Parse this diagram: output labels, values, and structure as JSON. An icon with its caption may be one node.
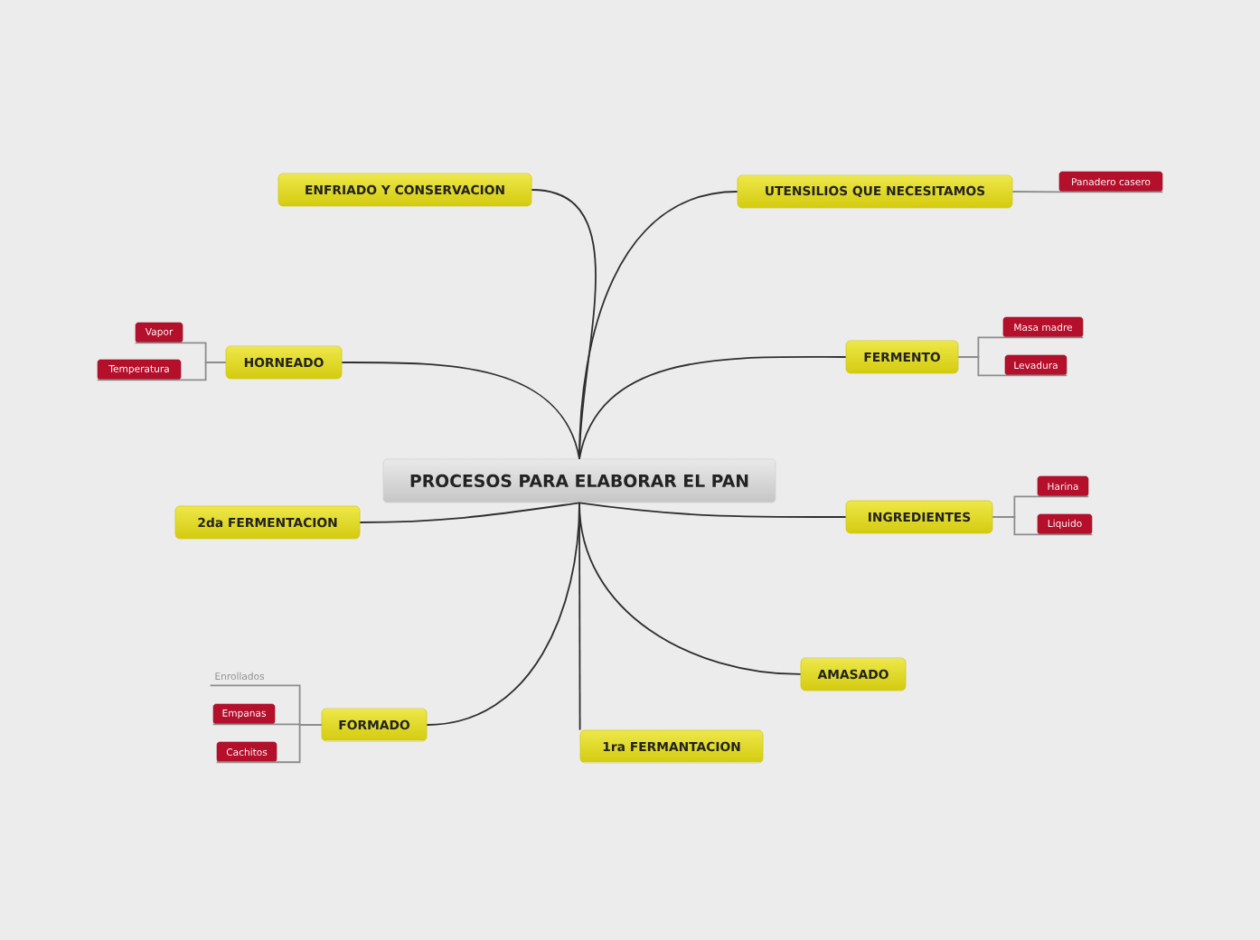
{
  "diagram": {
    "nodes": [
      {
        "text": [
          "PROCESOS PARA ELABORAR EL PAN"
        ]
      },
      {
        "text": [
          "ENFRIADO Y CONSERVACION"
        ]
      },
      {
        "text": [
          "UTENSILIOS QUE NECESITAMOS"
        ]
      },
      {
        "text": [
          "Panadero casero"
        ]
      },
      {
        "text": [
          "HORNEADO"
        ]
      },
      {
        "text": [
          "Vapor"
        ]
      },
      {
        "text": [
          "Temperatura"
        ]
      },
      {
        "text": [
          "FERMENTO"
        ]
      },
      {
        "text": [
          "Masa madre"
        ]
      },
      {
        "text": [
          "Levadura"
        ]
      },
      {
        "text": [
          "2da FERMENTACION"
        ]
      },
      {
        "text": [
          "INGREDIENTES"
        ]
      },
      {
        "text": [
          "Harina"
        ]
      },
      {
        "text": [
          "Liquido"
        ]
      },
      {
        "text": [
          "FORMADO"
        ]
      },
      {
        "text": [
          "Enrollados"
        ]
      },
      {
        "text": [
          "Empanas"
        ]
      },
      {
        "text": [
          "Cachitos"
        ]
      },
      {
        "text": [
          "AMASADO"
        ]
      },
      {
        "text": [
          "1ra FERMANTACION"
        ]
      }
    ],
    "edges": [
      {
        "from": 0,
        "to": 1,
        "arrow": "none",
        "color": "#2e2e2e"
      },
      {
        "from": 0,
        "to": 2,
        "arrow": "none",
        "color": "#2e2e2e"
      },
      {
        "from": 2,
        "to": 3,
        "arrow": "none"
      },
      {
        "from": 0,
        "to": 4,
        "arrow": "none",
        "color": "#2e2e2e"
      },
      {
        "from": 4,
        "to": 5,
        "arrow": "none"
      },
      {
        "from": 4,
        "to": 6,
        "arrow": "none"
      },
      {
        "from": 0,
        "to": 7,
        "arrow": "none",
        "color": "#2e2e2e"
      },
      {
        "from": 7,
        "to": 8,
        "arrow": "none"
      },
      {
        "from": 7,
        "to": 9,
        "arrow": "none"
      },
      {
        "from": 0,
        "to": 10,
        "arrow": "none",
        "color": "#2e2e2e"
      },
      {
        "from": 0,
        "to": 11,
        "arrow": "none",
        "color": "#2e2e2e"
      },
      {
        "from": 11,
        "to": 12,
        "arrow": "none"
      },
      {
        "from": 11,
        "to": 13,
        "arrow": "none"
      },
      {
        "from": 0,
        "to": 14,
        "arrow": "none",
        "color": "#2e2e2e"
      },
      {
        "from": 14,
        "to": 15,
        "arrow": "none"
      },
      {
        "from": 14,
        "to": 16,
        "arrow": "none"
      },
      {
        "from": 14,
        "to": 17,
        "arrow": "none"
      },
      {
        "from": 0,
        "to": 18,
        "arrow": "none",
        "color": "#2e2e2e"
      },
      {
        "from": 0,
        "to": 19,
        "arrow": "none",
        "color": "#2e2e2e"
      }
    ]
  }
}
